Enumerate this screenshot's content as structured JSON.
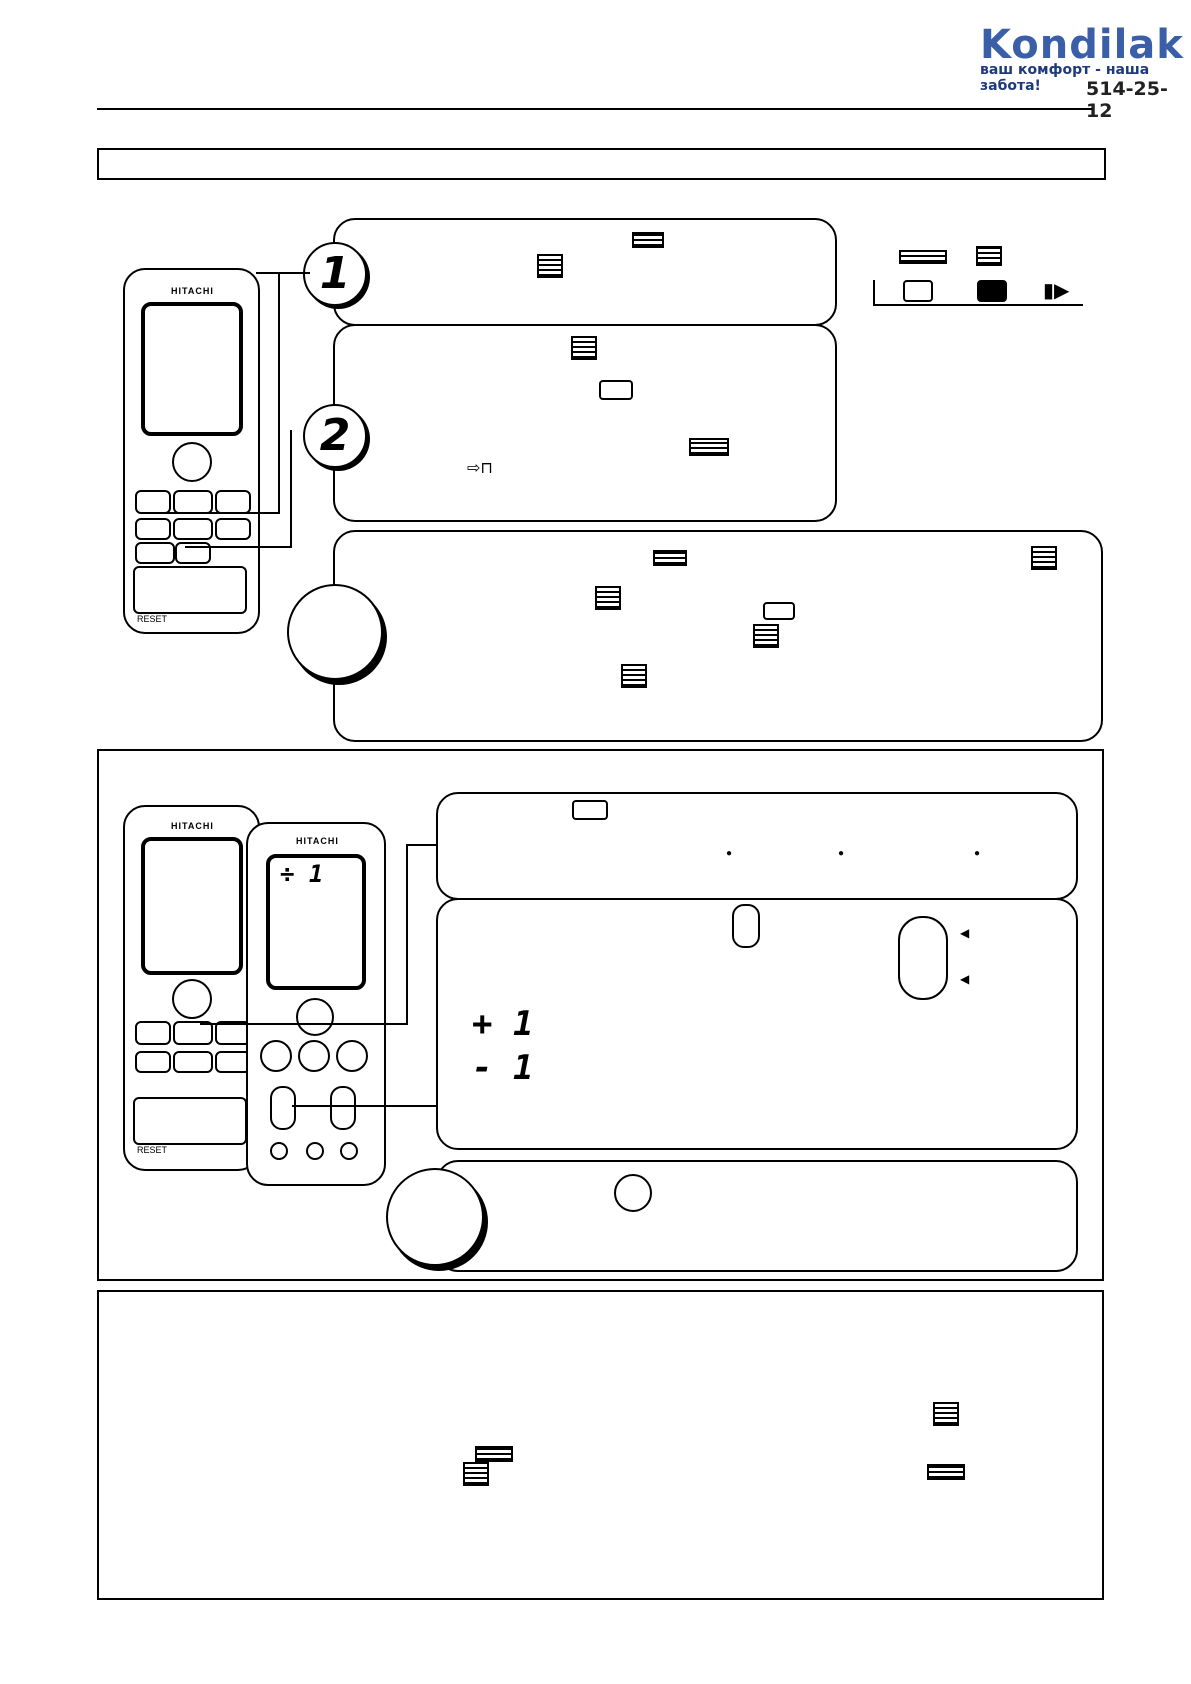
{
  "header": {
    "brand": "Kondilak",
    "slogan": "ваш комфорт - наша забота!",
    "phone": "514-25-12"
  },
  "steps": {
    "step1": "1",
    "step2": "2"
  },
  "remote": {
    "brand": "HITACHI",
    "reset_label": "RESET"
  },
  "display2": {
    "top_reading": "÷ 1",
    "plus_reading": "+ 1",
    "minus_reading": "- 1"
  },
  "icons": [
    "filter-icon",
    "power-icon",
    "timer-icon",
    "fan-icon",
    "swing-icon",
    "temp-button-icon",
    "sun-icon",
    "moon-icon",
    "heat-mode-icon",
    "dry-mode-icon",
    "cool-mode-icon"
  ]
}
